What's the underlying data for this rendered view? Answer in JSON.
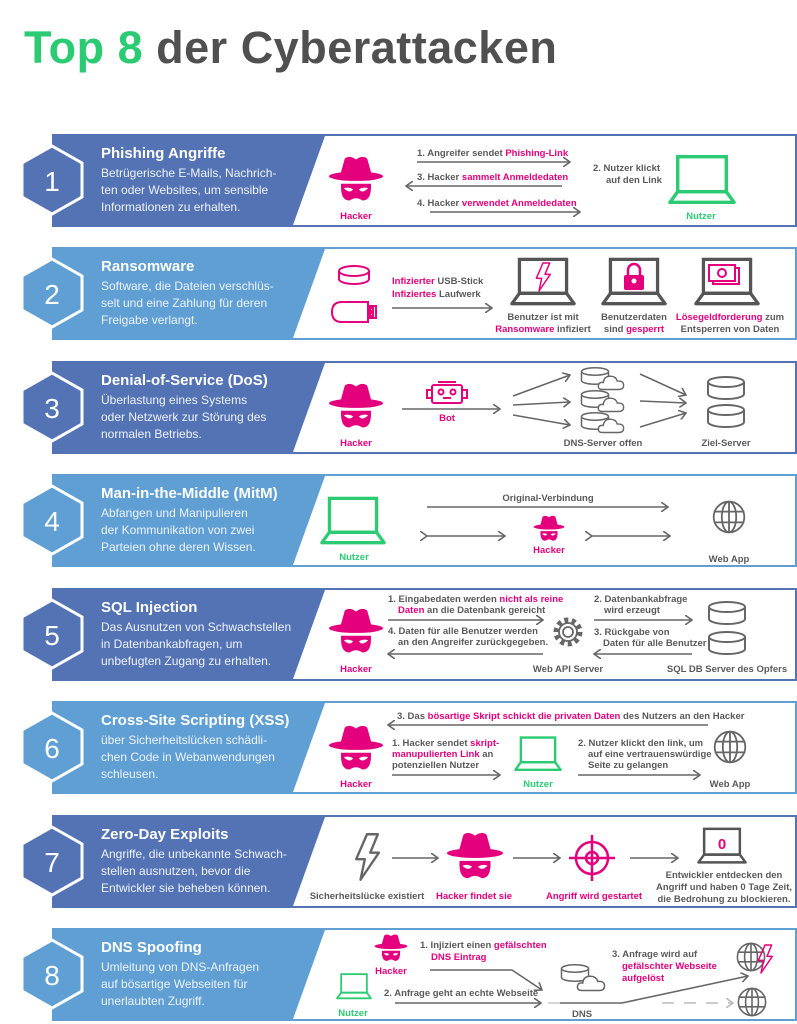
{
  "header": {
    "title_highlight": "Top 8",
    "title_rest": " der Cyberattacken"
  },
  "colors": {
    "dark_blue": "#5473b4",
    "light_blue": "#5f9fd4",
    "pink": "#e4007c",
    "green": "#2bcb73",
    "gray": "#5a5a5a"
  },
  "rows": [
    {
      "number": "1",
      "title": "Phishing Angriffe",
      "desc": [
        "Betrügerische E-Mails, Nachrich-",
        "ten oder Websites, um sensible",
        "Informationen zu erhalten."
      ],
      "d": {
        "hacker": "Hacker",
        "s1a": "1. Angreifer sendet ",
        "s1b": "Phishing-Link",
        "s3a": "3. Hacker ",
        "s3b": "sammelt Anmeldedaten",
        "s4a": "4. Hacker ",
        "s4b": "verwendet Anmeldedaten",
        "s2a": "2. Nutzer klickt",
        "s2b": "auf den Link",
        "user": "Nutzer"
      }
    },
    {
      "number": "2",
      "title": "Ransomware",
      "desc": [
        "Software, die Dateien verschlüs-",
        "selt und eine Zahlung für deren",
        "Freigabe verlangt."
      ],
      "d": {
        "l1a": "Infizierter",
        "l1b": " USB-Stick",
        "l2a": "Infiziertes",
        "l2b": " Laufwerk",
        "c1a": "Benutzer ist mit",
        "c1b": "Ransomware",
        "c1c": " infiziert",
        "c2a": "Benutzerdaten",
        "c2b": "sind ",
        "c2c": "gesperrt",
        "c3a": "Lösegeldforderung",
        "c3b": " zum",
        "c3c": "Entsperren von Daten"
      }
    },
    {
      "number": "3",
      "title": "Denial-of-Service (DoS)",
      "desc": [
        "Überlastung eines Systems",
        "oder Netzwerk zur Störung des",
        "normalen Betriebs."
      ],
      "d": {
        "hacker": "Hacker",
        "bot": "Bot",
        "dns": "DNS-Server offen",
        "target": "Ziel-Server"
      }
    },
    {
      "number": "4",
      "title": "Man-in-the-Middle (MitM)",
      "desc": [
        "Abfangen und Manipulieren",
        "der Kommunikation von zwei",
        "Parteien ohne deren Wissen."
      ],
      "d": {
        "user": "Nutzer",
        "original": "Original-Verbindung",
        "hacker": "Hacker",
        "webapp": "Web App"
      }
    },
    {
      "number": "5",
      "title": "SQL Injection",
      "desc": [
        "Das Ausnutzen von Schwachstellen",
        "in Datenbankabfragen, um",
        "unbefugten Zugang zu erhalten."
      ],
      "d": {
        "hacker": "Hacker",
        "s1a": "1. Eingabedaten werden ",
        "s1b": "nicht als reine",
        "s1c": "Daten",
        "s1d": " an die Datenbank gereicht",
        "s4a": "4. Daten für alle Benutzer werden",
        "s4b": "an den Angreifer zurückgegeben.",
        "server": "Web API Server",
        "s2a": "2. Datenbankabfrage",
        "s2b": "wird erzeugt",
        "s3a": "3. Rückgabe von",
        "s3b": "Daten für alle Benutzer",
        "db": "SQL DB Server des Opfers"
      }
    },
    {
      "number": "6",
      "title": "Cross-Site Scripting (XSS)",
      "desc": [
        "über Sicherheitslücken schädli-",
        "chen Code in Webanwendungen",
        "schleusen."
      ],
      "d": {
        "s3a": "3. Das ",
        "s3b": "bösartige Skript schickt die privaten Daten",
        "s3c": " des Nutzers an den Hacker",
        "hacker": "Hacker",
        "s1a": "1. Hacker sendet ",
        "s1b": "skript-",
        "s1c": "manupulierten Link",
        "s1d": " an",
        "s1e": "potenziellen Nutzer",
        "user": "Nutzer",
        "s2a": "2. Nutzer klickt den link, um",
        "s2b": "auf eine vertrauenswürdige",
        "s2c": "Seite zu gelangen",
        "webapp": "Web App"
      }
    },
    {
      "number": "7",
      "title": "Zero-Day Exploits",
      "desc": [
        "Angriffe, die unbekannte Schwach-",
        "stellen ausnutzen, bevor die",
        "Entwickler sie beheben können."
      ],
      "d": {
        "vuln": "Sicherheitslücke existiert",
        "found": "Hacker findet sie",
        "attack": "Angriff wird gestartet",
        "zero": "0",
        "dev1": "Entwickler entdecken den",
        "dev2": "Angriff und haben 0 Tage Zeit,",
        "dev3": "die Bedrohung zu blockieren."
      }
    },
    {
      "number": "8",
      "title": "DNS Spoofing",
      "desc": [
        "Umleitung von DNS-Anfragen",
        "auf bösartige Webseiten für",
        "unerlaubten Zugriff."
      ],
      "d": {
        "hacker": "Hacker",
        "s1a": "1. Injiziert einen ",
        "s1b": "gefälschten",
        "s1c": "DNS Eintrag",
        "user": "Nutzer",
        "s2": "2. Anfrage geht an echte Webseite",
        "dns": "DNS",
        "s3a": "3. Anfrage wird auf",
        "s3b": "gefälschter Webseite",
        "s3c": "aufgelöst"
      }
    }
  ]
}
